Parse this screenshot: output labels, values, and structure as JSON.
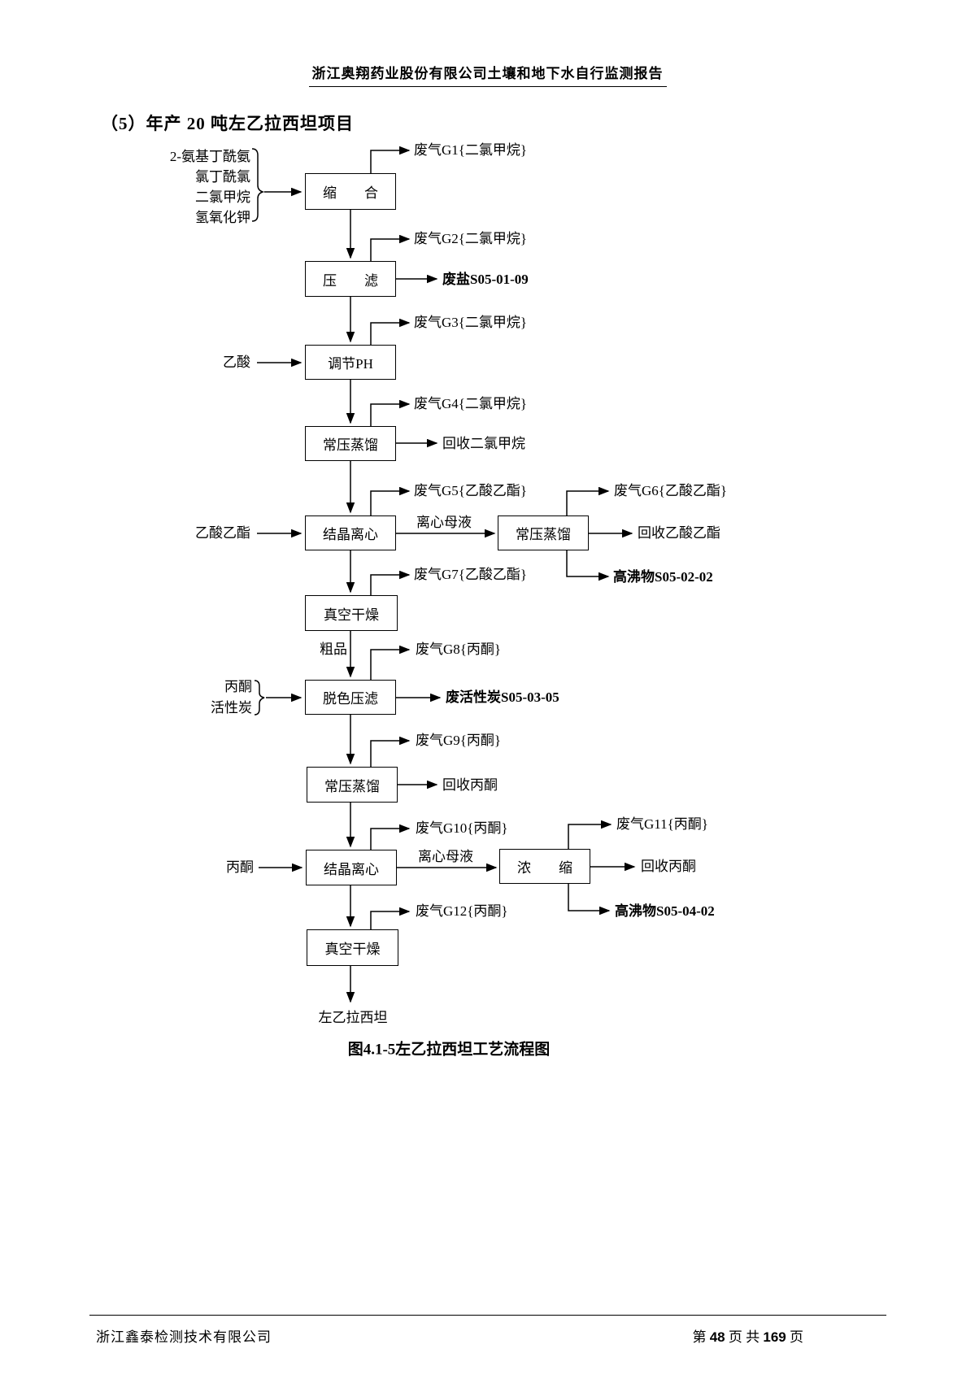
{
  "header": {
    "title": "浙江奥翔药业股份有限公司土壤和地下水自行监测报告"
  },
  "section_heading": "（5）年产 20 吨左乙拉西坦项目",
  "flowchart": {
    "inputs": {
      "condensation_reagents": [
        "2-氨基丁酰氨",
        "氯丁酰氯",
        "二氯甲烷",
        "氢氧化钾"
      ],
      "acetic_acid": "乙酸",
      "ethyl_acetate": "乙酸乙酯",
      "decolor_reagents": [
        "丙酮",
        "活性炭"
      ],
      "acetone": "丙酮"
    },
    "steps": {
      "condensation": "缩　　合",
      "press_filtration": "压　　滤",
      "ph_adjust": "调节PH",
      "atmos_distillation_1": "常压蒸馏",
      "crystallization_1": "结晶离心",
      "vacuum_drying_1": "真空干燥",
      "decolor_press_filtration": "脱色压滤",
      "atmos_distillation_2": "常压蒸馏",
      "crystallization_2": "结晶离心",
      "vacuum_drying_2": "真空干燥",
      "side_atmos_distillation": "常压蒸馏",
      "concentration": "浓　　缩"
    },
    "waste_gas": {
      "g1": "废气G1{二氯甲烷}",
      "g2": "废气G2{二氯甲烷}",
      "g3": "废气G3{二氯甲烷}",
      "g4": "废气G4{二氯甲烷}",
      "g5": "废气G5{乙酸乙酯}",
      "g6": "废气G6{乙酸乙酯}",
      "g7": "废气G7{乙酸乙酯}",
      "g8": "废气G8{丙酮}",
      "g9": "废气G9{丙酮}",
      "g10": "废气G10{丙酮}",
      "g11": "废气G11{丙酮}",
      "g12": "废气G12{丙酮}"
    },
    "outputs": {
      "waste_salt": "废盐S05-01-09",
      "recover_dcm": "回收二氯甲烷",
      "recover_ethyl_acetate": "回收乙酸乙酯",
      "high_boiler_1": "高沸物S05-02-02",
      "spent_carbon": "废活性炭S05-03-05",
      "recover_acetone_1": "回收丙酮",
      "recover_acetone_2": "回收丙酮",
      "high_boiler_2": "高沸物S05-04-02"
    },
    "labels": {
      "mother_liquor_1": "离心母液",
      "mother_liquor_2": "离心母液",
      "crude_product": "粗品",
      "final_product": "左乙拉西坦"
    },
    "caption": "图4.1-5左乙拉西坦工艺流程图"
  },
  "footer": {
    "company": "浙江鑫泰检测技术有限公司",
    "page_prefix": "第",
    "page_number": "48",
    "page_middle": "页 共",
    "page_total": "169",
    "page_suffix": "页"
  }
}
